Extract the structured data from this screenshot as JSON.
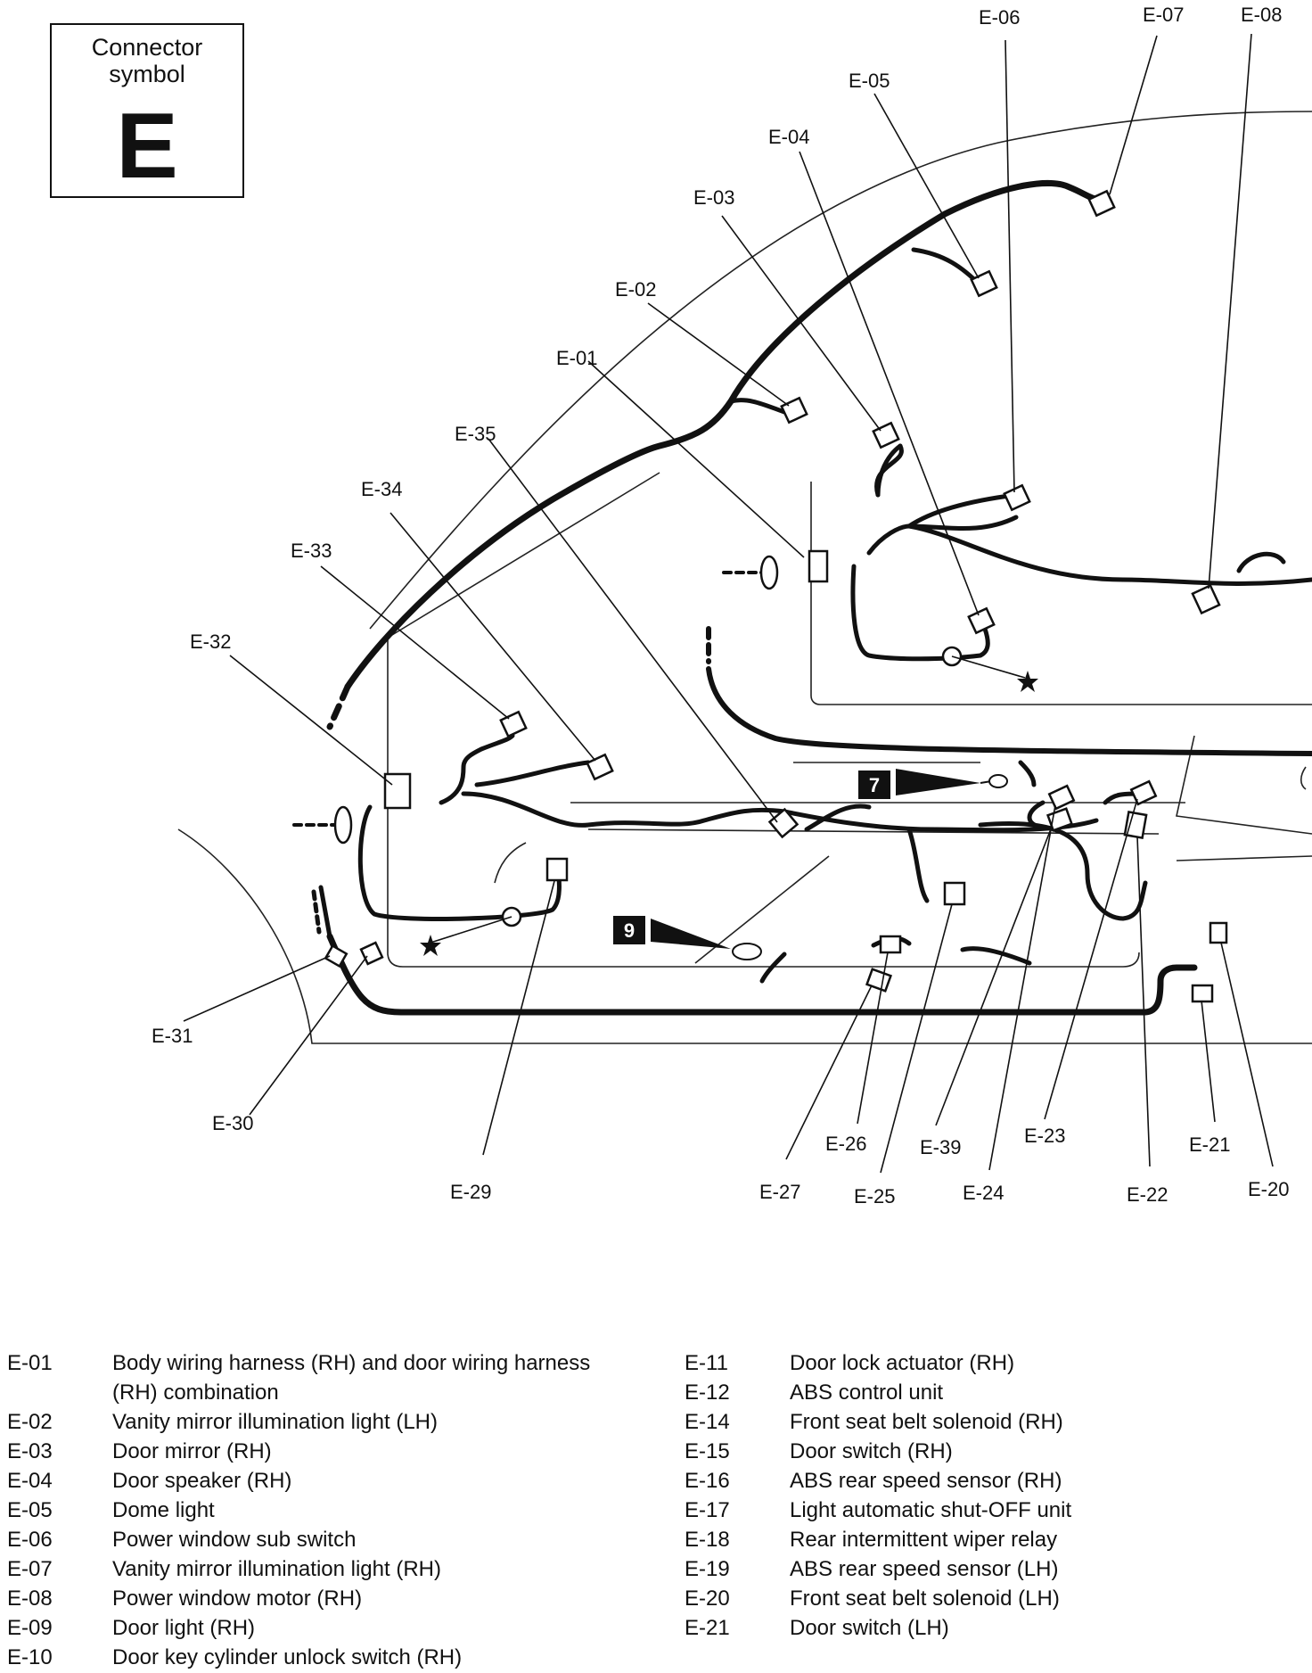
{
  "symbol_box": {
    "caption": "Connector\nsymbol",
    "letter": "E"
  },
  "diagram": {
    "callouts": [
      "E-01",
      "E-02",
      "E-03",
      "E-04",
      "E-05",
      "E-06",
      "E-07",
      "E-08",
      "E-20",
      "E-21",
      "E-22",
      "E-23",
      "E-24",
      "E-25",
      "E-26",
      "E-27",
      "E-29",
      "E-30",
      "E-31",
      "E-32",
      "E-33",
      "E-34",
      "E-35",
      "E-39"
    ],
    "badges": [
      "7",
      "9"
    ],
    "ground_marker": "star"
  },
  "legend_left": [
    {
      "code": "E-01",
      "desc": "Body wiring harness (RH) and door wiring harness (RH) combination"
    },
    {
      "code": "E-02",
      "desc": "Vanity mirror illumination light (LH)"
    },
    {
      "code": "E-03",
      "desc": "Door mirror (RH)"
    },
    {
      "code": "E-04",
      "desc": "Door speaker (RH)"
    },
    {
      "code": "E-05",
      "desc": "Dome light"
    },
    {
      "code": "E-06",
      "desc": "Power window sub switch"
    },
    {
      "code": "E-07",
      "desc": "Vanity mirror illumination light (RH)"
    },
    {
      "code": "E-08",
      "desc": "Power window motor (RH)"
    },
    {
      "code": "E-09",
      "desc": "Door light (RH)"
    },
    {
      "code": "E-10",
      "desc": "Door key cylinder unlock switch (RH)"
    }
  ],
  "legend_right": [
    {
      "code": "E-11",
      "desc": "Door lock actuator (RH)"
    },
    {
      "code": "E-12",
      "desc": "ABS control unit"
    },
    {
      "code": "E-14",
      "desc": "Front seat belt solenoid (RH)"
    },
    {
      "code": "E-15",
      "desc": "Door switch (RH)"
    },
    {
      "code": "E-16",
      "desc": "ABS rear speed sensor (RH)"
    },
    {
      "code": "E-17",
      "desc": "Light automatic shut-OFF unit"
    },
    {
      "code": "E-18",
      "desc": "Rear intermittent wiper relay"
    },
    {
      "code": "E-19",
      "desc": "ABS rear speed sensor (LH)"
    },
    {
      "code": "E-20",
      "desc": "Front seat belt solenoid (LH)"
    },
    {
      "code": "E-21",
      "desc": "Door switch (LH)"
    }
  ]
}
